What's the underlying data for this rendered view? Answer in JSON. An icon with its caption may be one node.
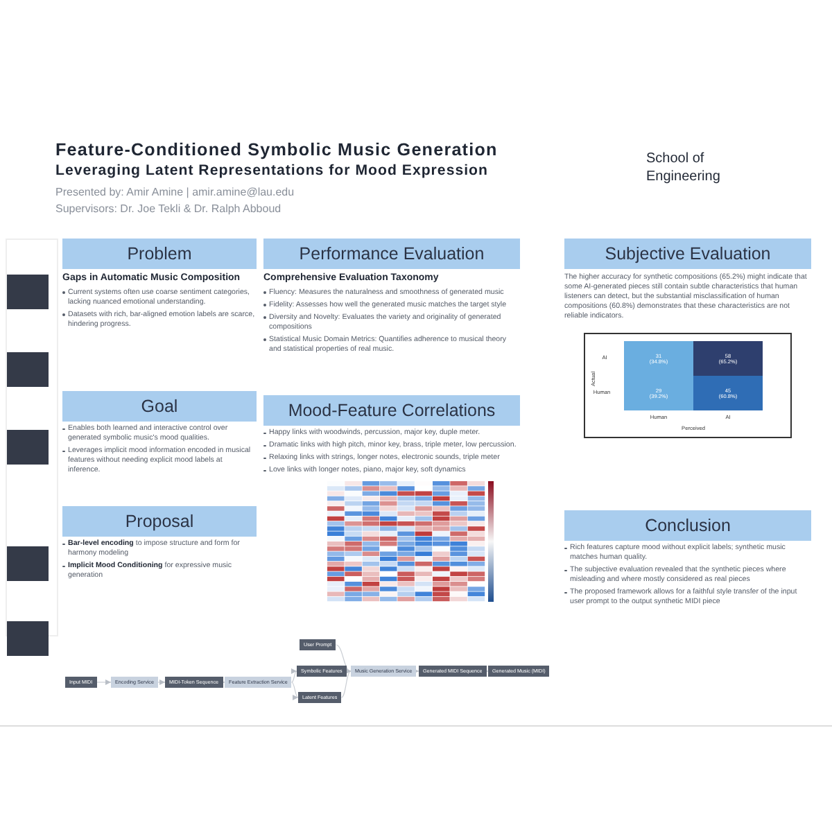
{
  "diagram": {
    "title": "Feature-Conditioned Symbolic Music Generation",
    "nodes": [
      {
        "text": [
          "Problem",
          "Gaps in Automatic Music Composition",
          "Current systems often use coarse sentiment categories, lacking nuanced emotional understanding.",
          "Datasets with rich, bar-aligned emotion labels are scarce, hindering progress."
        ]
      },
      {
        "text": [
          "Goal",
          "Enables both learned and interactive control over generated symbolic music's mood qualities.",
          "Leverages implicit mood information encoded in musical features without needing explicit mood labels at inference."
        ]
      },
      {
        "text": [
          "Proposal",
          "**Bar-level encoding** to impose structure and form for harmony modeling",
          "**Implicit Mood Conditioning** for expressive music generation"
        ]
      },
      {
        "text": [
          "Performance Evaluation",
          "Comprehensive Evaluation Taxonomy",
          "Fluency: Measures the naturalness and smoothness of generated music",
          "Fidelity: Assesses how well the generated music matches the target style",
          "Diversity and Novelty: Evaluates the variety and originality of generated compositions",
          "Statistical Music Domain Metrics: Quantifies adherence to musical theory and statistical properties of real music."
        ]
      },
      {
        "text": [
          "Mood-Feature Correlations",
          "Happy links with woodwinds, percussion, major key, duple meter.",
          "Dramatic links with high pitch, minor key, brass, triple meter, low percussion.",
          "Relaxing links with strings, longer notes, electronic sounds, triple meter",
          "Love links with longer notes, piano, major key, soft dynamics"
        ]
      },
      {
        "text": [
          "Subjective Evaluation",
          "The higher accuracy for synthetic compositions (65.2%) might indicate that some AI-generated pieces still contain subtle characteristics that human listeners can detect, but the substantial misclassification of human compositions (60.8%) demonstrates that these characteristics are not reliable indicators."
        ]
      },
      {
        "text": [
          "Conclusion",
          "Rich features capture mood without explicit labels; synthetic music matches human quality.",
          "The subjective evaluation revealed that the synthetic pieces where misleading and where mostly considered as real pieces",
          "The proposed framework allows for a faithful style transfer of the input user prompt to the output synthetic MIDI piece"
        ]
      },
      {
        "text": [
          "Input MIDI"
        ]
      },
      {
        "text": [
          "Encoding Service"
        ]
      },
      {
        "text": [
          "MIDI-Token Sequence"
        ]
      },
      {
        "text": [
          "Feature Extraction Service"
        ]
      },
      {
        "text": [
          "User Prompt"
        ]
      },
      {
        "text": [
          "Symbolic Features"
        ]
      },
      {
        "text": [
          "Latent Features"
        ]
      },
      {
        "text": [
          "Music Generation Service"
        ]
      },
      {
        "text": [
          "Generated MIDI Sequence"
        ]
      },
      {
        "text": [
          "Generated Music (MIDI)"
        ]
      }
    ],
    "edges": [
      {
        "from": 7,
        "to": 8,
        "arrow": "to"
      },
      {
        "from": 8,
        "to": 9,
        "arrow": "to"
      },
      {
        "from": 9,
        "to": 10,
        "arrow": "to"
      },
      {
        "from": 10,
        "to": 12,
        "arrow": "to"
      },
      {
        "from": 10,
        "to": 13,
        "arrow": "to"
      },
      {
        "from": 11,
        "to": 14,
        "arrow": "to"
      },
      {
        "from": 12,
        "to": 14,
        "arrow": "to"
      },
      {
        "from": 13,
        "to": 14,
        "arrow": "to"
      },
      {
        "from": 14,
        "to": 15,
        "arrow": "to"
      },
      {
        "from": 15,
        "to": 16,
        "arrow": "to"
      }
    ],
    "labels": [
      "Leveraging Latent Representations for Mood Expression",
      "Presented by: Amir Amine | amir.amine@lau.edu",
      "Supervisors: Dr. Joe Tekli & Dr. Ralph Abboud",
      "School of Engineering",
      "AI",
      "31 (34.8%)",
      "58 (65.2%)",
      "Human",
      "29 (39.2%)",
      "45 (60.8%)",
      "Human",
      "AI",
      "Actual",
      "Perceived"
    ]
  }
}
